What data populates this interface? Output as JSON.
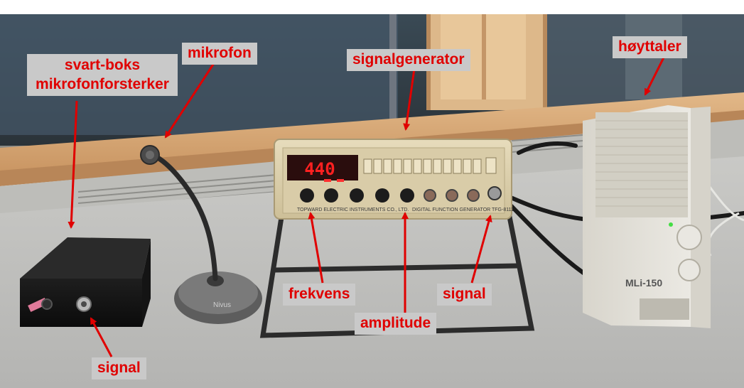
{
  "labels": {
    "blackbox_line1": "svart-boks",
    "blackbox_line2": "mikrofonforsterker",
    "microphone": "mikrofon",
    "signal_generator": "signalgenerator",
    "speaker": "høyttaler",
    "frequency": "frekvens",
    "amplitude": "amplitude",
    "signal_generator_output": "signal",
    "signal_blackbox": "signal"
  },
  "device": {
    "display_value": "440",
    "brand_text": "TOPWARD ELECTRIC INSTRUMENTS CO., LTD.",
    "model_text": "DIGITAL FUNCTION GENERATOR TFG-8111",
    "microphone_brand": "Nivus",
    "speaker_model": "MLi-150"
  },
  "colors": {
    "label_text": "#e00000",
    "label_bg": "#c9c9c9",
    "arrow": "#e00000",
    "display_digits": "#ff2020"
  }
}
